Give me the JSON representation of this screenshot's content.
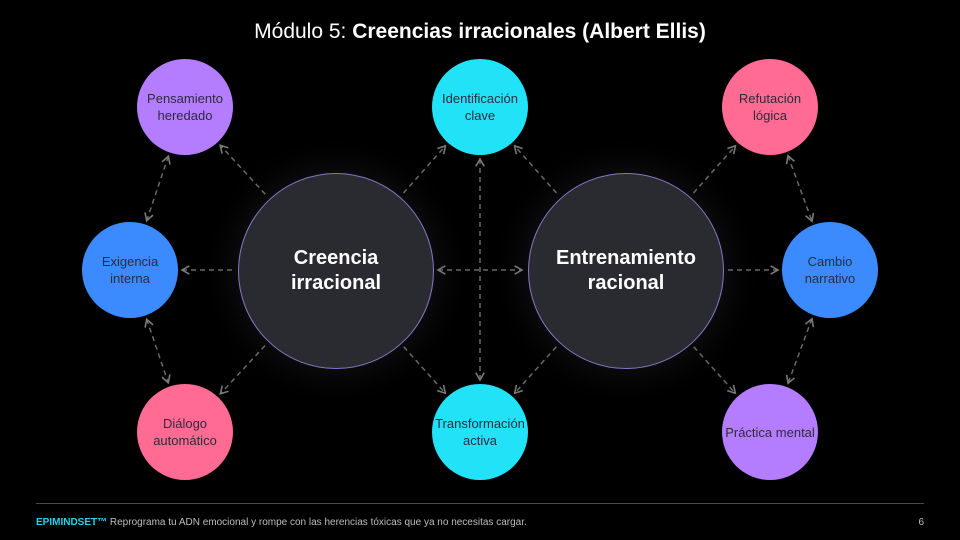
{
  "title": {
    "prefix": "Módulo 5: ",
    "main": "Creencias irracionales (Albert Ellis)"
  },
  "center_nodes": [
    {
      "id": "creencia",
      "label": "Creencia irracional"
    },
    {
      "id": "entrenamiento",
      "label": "Entrenamiento racional"
    }
  ],
  "nodes": [
    {
      "id": "pensamiento",
      "label": "Pensamiento heredado",
      "color": "#b47cff"
    },
    {
      "id": "exigencia",
      "label": "Exigencia interna",
      "color": "#3b8bff"
    },
    {
      "id": "dialogo",
      "label": "Diálogo automático",
      "color": "#ff6b92"
    },
    {
      "id": "identificacion",
      "label": "Identificación clave",
      "color": "#22e2f8"
    },
    {
      "id": "transformacion",
      "label": "Transformación activa",
      "color": "#22e2f8"
    },
    {
      "id": "refutacion",
      "label": "Refutación lógica",
      "color": "#ff6b92"
    },
    {
      "id": "cambio",
      "label": "Cambio narrativo",
      "color": "#3b8bff"
    },
    {
      "id": "practica",
      "label": "Práctica mental",
      "color": "#b47cff"
    }
  ],
  "footer": {
    "brand": "EPIMINDSET™",
    "tagline": " Reprograma tu ADN emocional y rompe con las herencias tóxicas que ya no necesitas cargar.",
    "page": "6"
  }
}
